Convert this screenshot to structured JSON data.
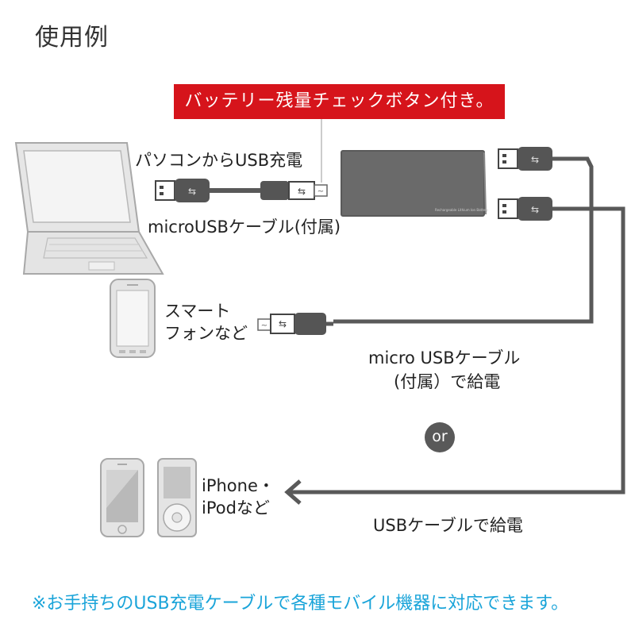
{
  "title": "使用例",
  "callout": "バッテリー残量チェックボタン付き。",
  "battery_label": "Rechargeable Lithium Ion Battery",
  "labels": {
    "pc_charge": "パソコンからUSB充電",
    "micro_cable": "microUSBケーブル(付属)",
    "smartphone_line1": "スマート",
    "smartphone_line2": "フォンなど",
    "micro_supply_line1": "micro USBケーブル",
    "micro_supply_line2": "(付属）で給電",
    "iphone_line1": "iPhone・",
    "iphone_line2": "iPodなど",
    "usb_supply": "USBケーブルで給電"
  },
  "or": "or",
  "footnote": "※お手持ちのUSB充電ケーブルで各種モバイル機器に対応できます。",
  "colors": {
    "accent_red": "#d6141b",
    "note_blue": "#1aa4d9",
    "cable": "#595959",
    "device_fill": "#e4e4e4",
    "device_stroke": "#a8a8a8"
  },
  "icons": [
    "laptop-icon",
    "smartphone-icon",
    "iphone-icon",
    "ipod-icon",
    "usb-a-plug-icon",
    "micro-usb-plug-icon",
    "arrow-left-icon"
  ]
}
